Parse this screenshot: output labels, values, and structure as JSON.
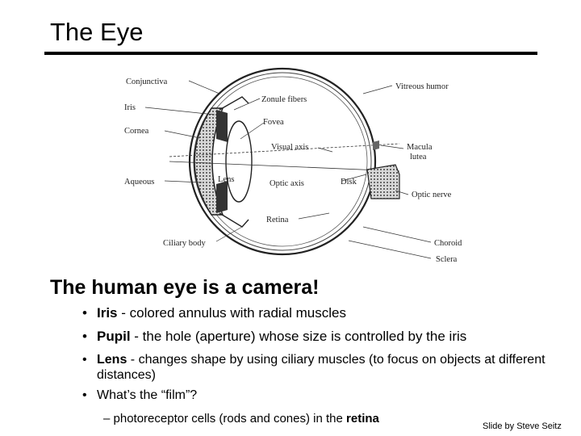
{
  "slide": {
    "title": "The Eye",
    "subtitle": "The human eye is a camera!",
    "credit": "Slide by Steve Seitz"
  },
  "diagram": {
    "labels": {
      "conjunctiva": "Conjunctiva",
      "iris": "Iris",
      "cornea": "Cornea",
      "aqueous": "Aqueous",
      "ciliary_body": "Ciliary body",
      "zonule_fibers": "Zonule fibers",
      "fovea": "Fovea",
      "visual_axis": "Visual axis",
      "optic_axis": "Optic axis",
      "lens": "Lens",
      "disk": "Disk",
      "retina": "Retina",
      "vitreous_humor": "Vitreous humor",
      "macula_1": "Macula",
      "macula_2": "lutea",
      "optic_nerve": "Optic nerve",
      "choroid": "Choroid",
      "sclera": "Sclera"
    }
  },
  "bullets": [
    {
      "term": "Iris",
      "text": " - colored annulus with radial muscles"
    },
    {
      "term": "Pupil",
      "text": " - the hole (aperture) whose size is controlled by the iris"
    },
    {
      "term": "Lens",
      "text": " - changes shape by using ciliary muscles (to focus on objects at different distances)"
    },
    {
      "term": "",
      "text": "What’s the “film”?"
    }
  ],
  "sub_bullet": {
    "dash": "–",
    "text": "photoreceptor cells (rods and cones) in the ",
    "term": "retina"
  }
}
